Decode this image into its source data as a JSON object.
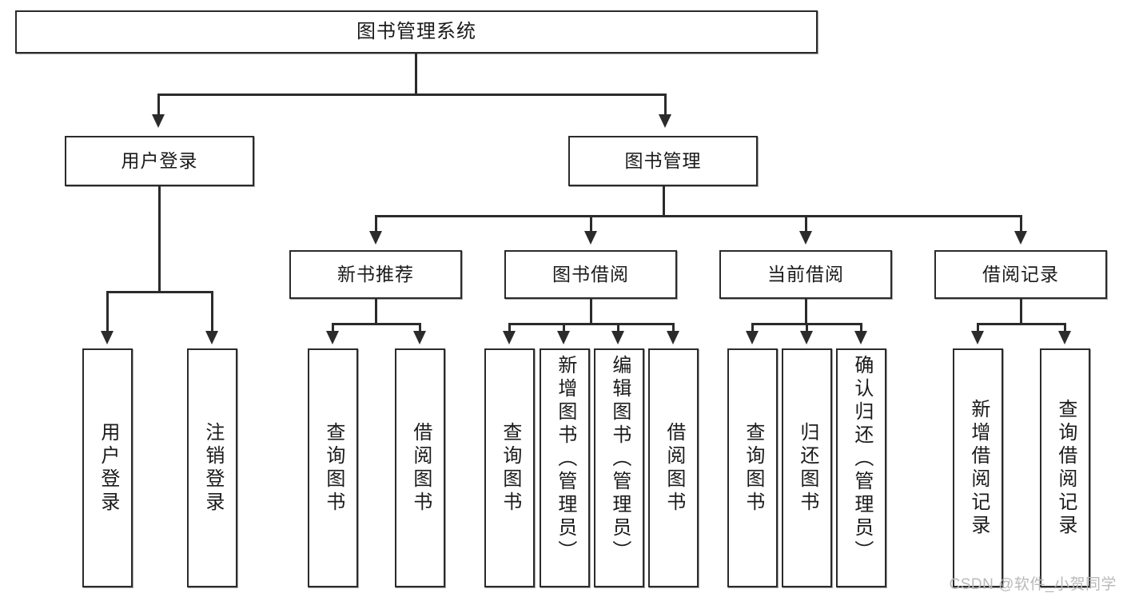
{
  "diagram": {
    "title": "图书管理系统",
    "root": {
      "label": "图书管理系统"
    },
    "level2": [
      {
        "label": "用户登录"
      },
      {
        "label": "图书管理"
      }
    ],
    "level3": [
      {
        "label": "新书推荐"
      },
      {
        "label": "图书借阅"
      },
      {
        "label": "当前借阅"
      },
      {
        "label": "借阅记录"
      }
    ],
    "leaves": {
      "user_login": [
        {
          "label": "用户登录"
        },
        {
          "label": "注销登录"
        }
      ],
      "new_book_recommend": [
        {
          "label": "查询图书"
        },
        {
          "label": "借阅图书"
        }
      ],
      "book_borrow": [
        {
          "label": "查询图书"
        },
        {
          "label": "新增图书（管理员）"
        },
        {
          "label": "编辑图书（管理员）"
        },
        {
          "label": "借阅图书"
        }
      ],
      "current_borrow": [
        {
          "label": "查询图书"
        },
        {
          "label": "归还图书"
        },
        {
          "label": "确认归还（管理员）"
        }
      ],
      "borrow_record": [
        {
          "label": "新增借阅记录"
        },
        {
          "label": "查询借阅记录"
        }
      ]
    }
  },
  "watermark": {
    "text": "CSDN @软件_小贺同学"
  },
  "colors": {
    "box_border": "#2b2b2b",
    "box_fill": "#ffffff",
    "text": "#1a1a1a",
    "watermark": "#b9b9b9",
    "background": "#ffffff"
  }
}
